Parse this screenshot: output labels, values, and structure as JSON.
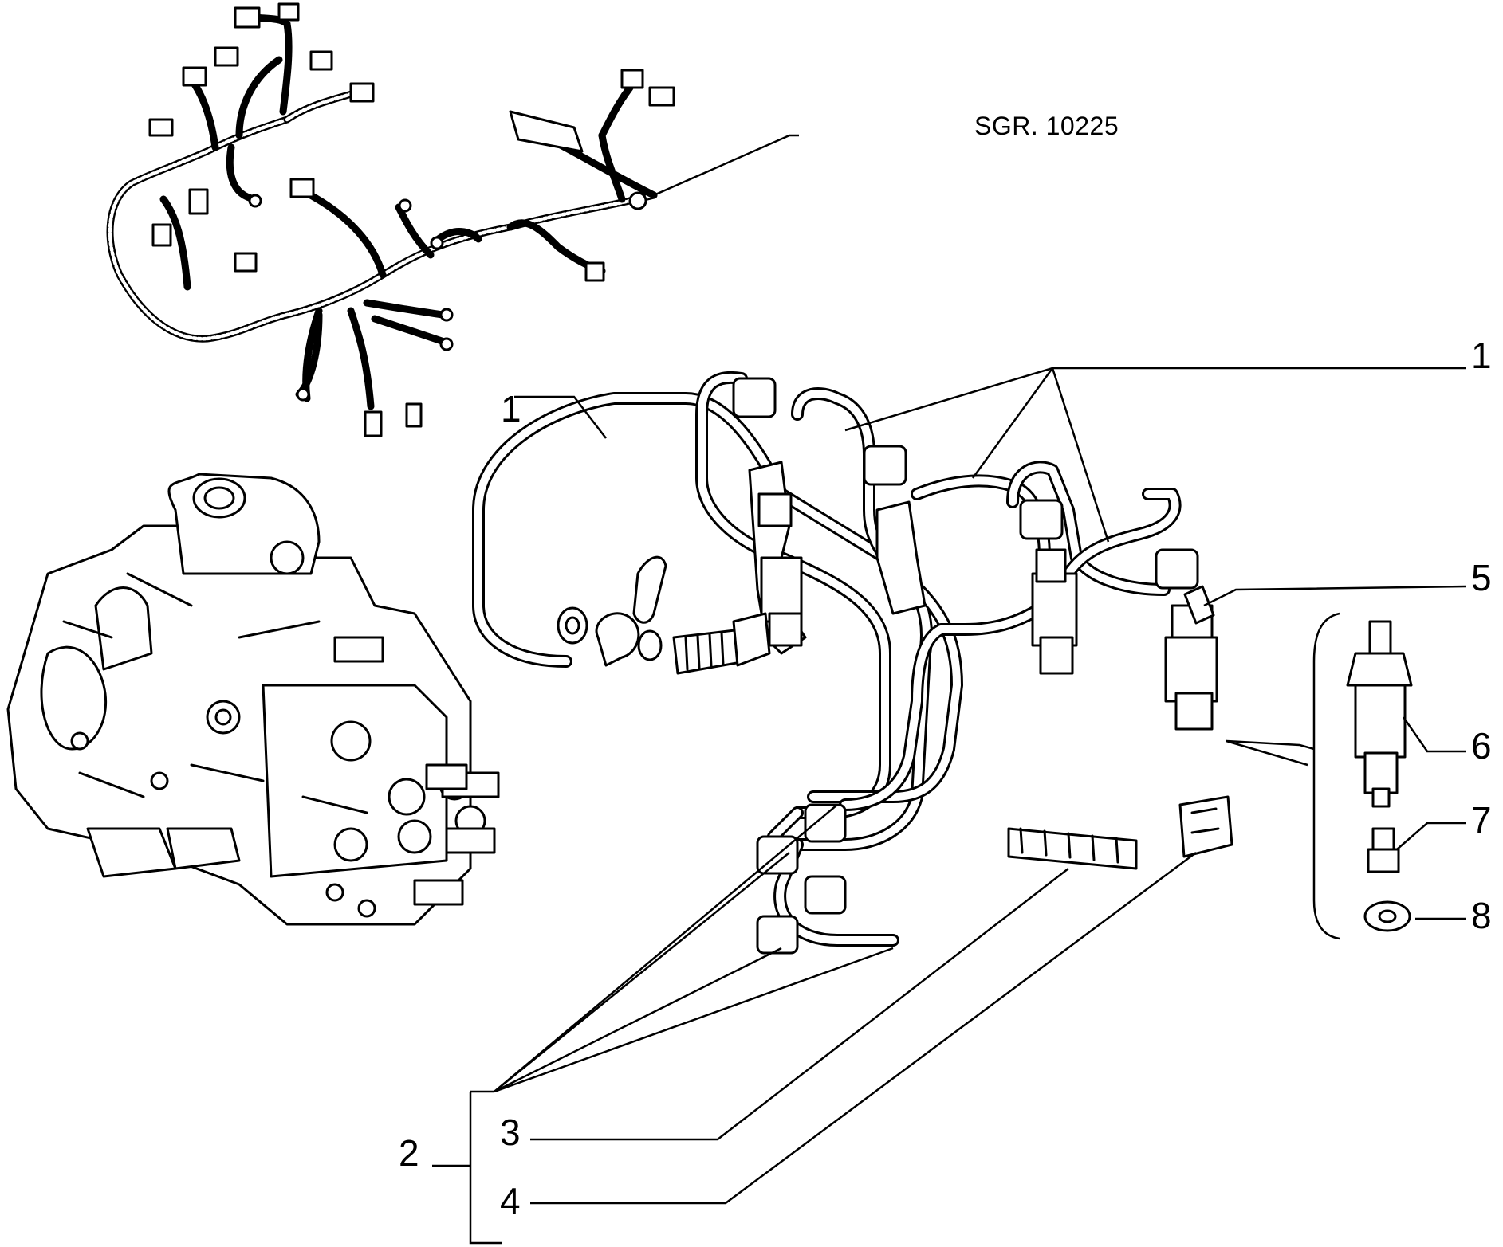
{
  "diagram": {
    "reference": "SGR. 10225",
    "callouts": {
      "c1_right": "1",
      "c1_left": "1",
      "c2": "2",
      "c3": "3",
      "c4": "4",
      "c5": "5",
      "c6": "6",
      "c7": "7",
      "c8": "8"
    },
    "colors": {
      "ink": "#000000",
      "paper": "#ffffff"
    }
  }
}
